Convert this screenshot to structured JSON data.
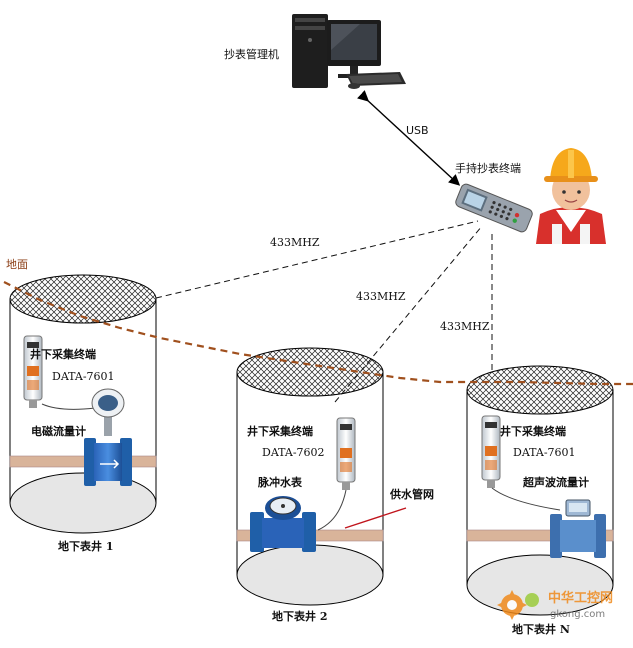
{
  "labels": {
    "pc": "抄表管理机",
    "usb": "USB",
    "handheld": "手持抄表终端",
    "ground": "地面",
    "freq1": "433MHZ",
    "freq2": "433MHZ",
    "freq3": "433MHZ",
    "supply_network": "供水管网"
  },
  "wells": [
    {
      "collector_label": "井下采集终端",
      "model": "DATA-7601",
      "meter_label": "电磁流量计",
      "well_name": "地下表井 1"
    },
    {
      "collector_label": "井下采集终端",
      "model": "DATA-7602",
      "meter_label": "脉冲水表",
      "well_name": "地下表井 2"
    },
    {
      "collector_label": "井下采集终端",
      "model": "DATA-7601",
      "meter_label": "超声波流量计",
      "well_name": "地下表井 N"
    }
  ],
  "watermark": {
    "name": "中华工控网",
    "url": "gkong.com"
  },
  "colors": {
    "ground_line": "#a0501e",
    "pipe": "#d9b49a",
    "meter_blue": "#1f5fa8",
    "collector_orange": "#e07020",
    "watermark_orange": "#f08a1c"
  }
}
